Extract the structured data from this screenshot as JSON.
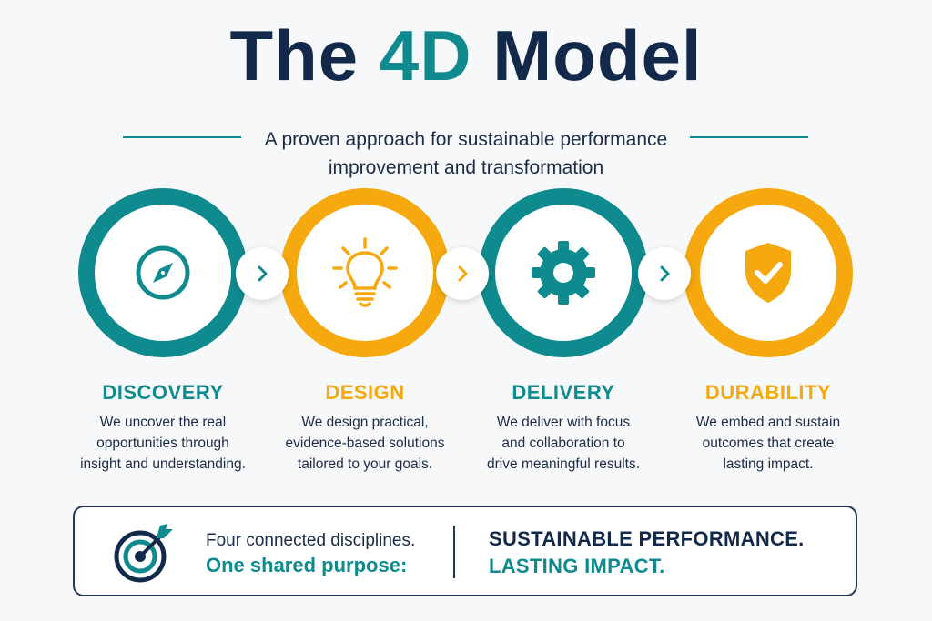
{
  "header": {
    "title_part1": "The ",
    "title_accent": "4D",
    "title_part2": " Model",
    "subtitle_line1": "A proven approach for sustainable performance",
    "subtitle_line2": "improvement and transformation"
  },
  "colors": {
    "navy": "#13294b",
    "teal": "#0f8a8f",
    "gold": "#f5a90e"
  },
  "stages": [
    {
      "label": "DISCOVERY",
      "icon": "compass-icon",
      "color": "teal",
      "desc": [
        "We uncover the real",
        "opportunities through",
        "insight and understanding."
      ]
    },
    {
      "label": "DESIGN",
      "icon": "lightbulb-icon",
      "color": "gold",
      "desc": [
        "We design practical,",
        "evidence-based solutions",
        "tailored to your goals."
      ]
    },
    {
      "label": "DELIVERY",
      "icon": "gear-icon",
      "color": "teal",
      "desc": [
        "We deliver with focus",
        "and collaboration to",
        "drive meaningful results."
      ]
    },
    {
      "label": "DURABILITY",
      "icon": "shield-check-icon",
      "color": "gold",
      "desc": [
        "We embed and sustain",
        "outcomes that create",
        "lasting impact."
      ]
    }
  ],
  "connectors": [
    "chevron-right-icon",
    "chevron-right-icon",
    "chevron-right-icon"
  ],
  "banner": {
    "icon": "target-icon",
    "line1": "Four connected disciplines.",
    "line2": "One shared purpose:",
    "line3": "SUSTAINABLE PERFORMANCE.",
    "line4": "LASTING IMPACT."
  }
}
